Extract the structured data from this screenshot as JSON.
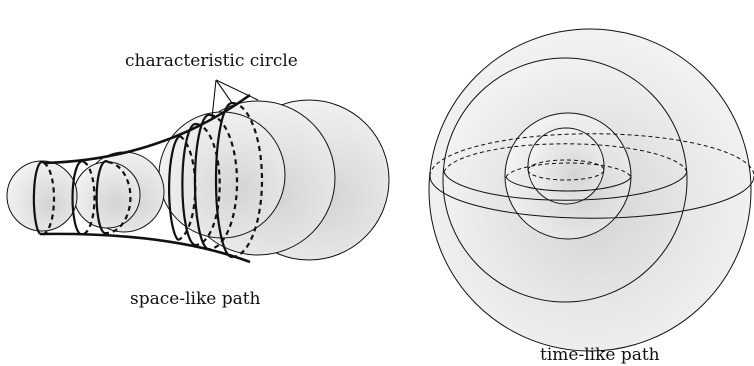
{
  "labels": {
    "characteristic_circle": "characteristic circle",
    "space_like_path": "space-like path",
    "time_like_path": "time-like path"
  },
  "colors": {
    "stroke": "#111111",
    "sphere_fill_light": "#f6f6f6",
    "sphere_fill_dark": "#d2d2d2"
  }
}
